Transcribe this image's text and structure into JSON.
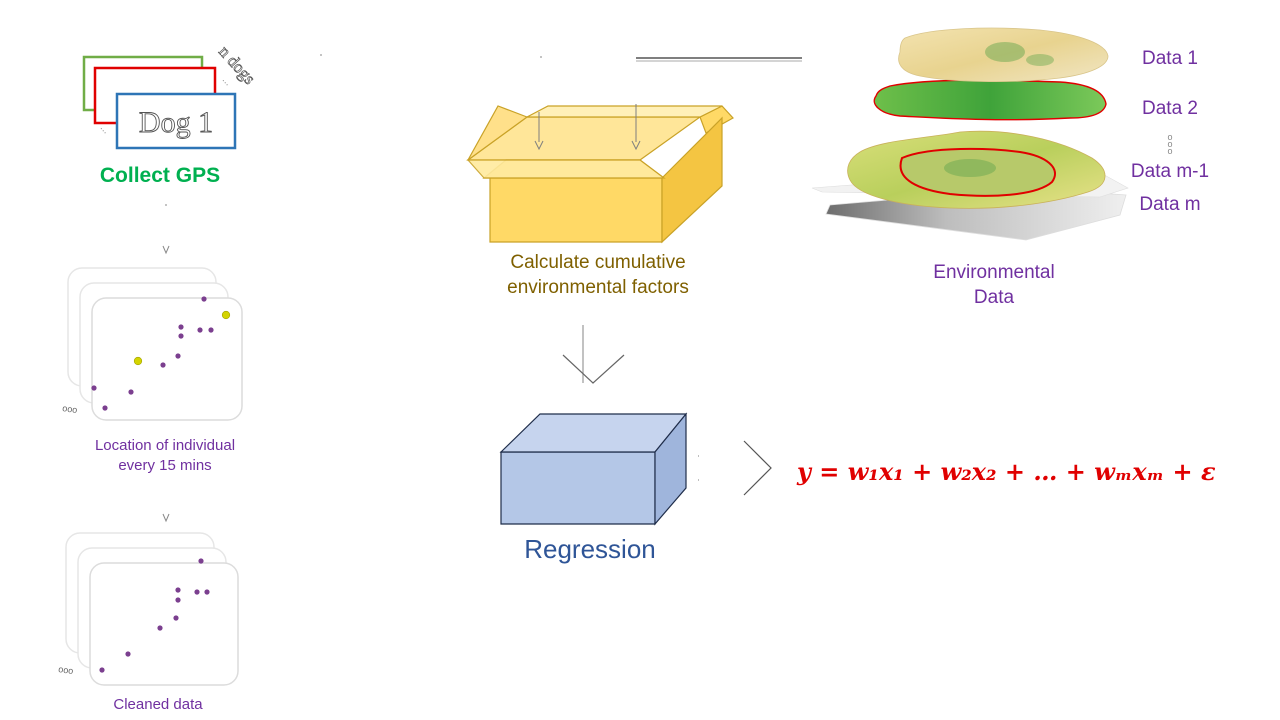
{
  "colors": {
    "green": "#00b050",
    "purple": "#7030a0",
    "olive": "#7f6000",
    "blue_text": "#2f5597",
    "red_eq": "#e00000",
    "card_green": "#70ad47",
    "card_red": "#e00000",
    "card_blue": "#2e75b6",
    "box_yellow": "#ffd966",
    "cube_blue": "#b4c7e7"
  },
  "left": {
    "dog_label": "Dog 1",
    "n_dogs": "n dogs",
    "collect_label": "Collect GPS",
    "location_label_1": "Location of individual",
    "location_label_2": "every 15 mins",
    "cleaned_label": "Cleaned data"
  },
  "center": {
    "box_label_1": "Calculate cumulative",
    "box_label_2": "environmental factors",
    "regression_label": "Regression"
  },
  "right": {
    "layers": [
      "Data 1",
      "Data 2",
      "Data m-1",
      "Data m"
    ],
    "env_label_1": "Environmental",
    "env_label_2": "Data"
  },
  "equation": "y = w₁x₁ + w₂x₂ + … + wₘxₘ + ε"
}
